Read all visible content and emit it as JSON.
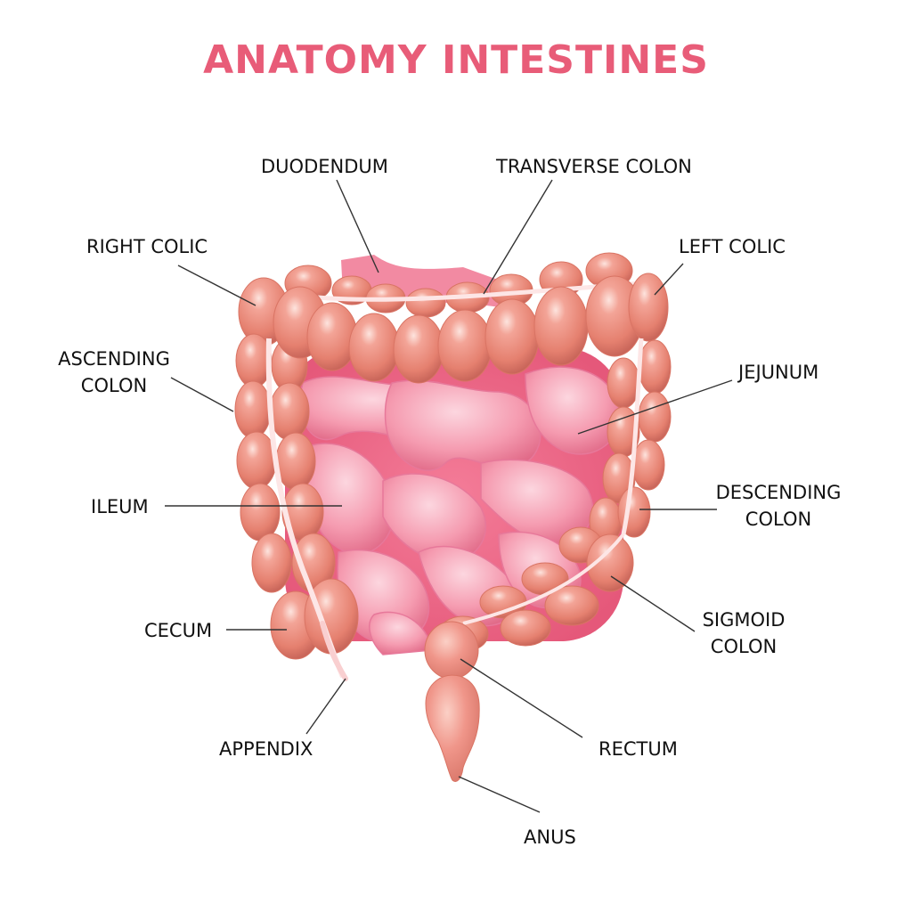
{
  "title": "ANATOMY INTESTINES",
  "colors": {
    "title": "#e85c78",
    "colon": "#e8887a",
    "colon_highlight": "#fbd6cf",
    "small_intestine": "#f58fa6",
    "small_intestine_highlight": "#fcd2dc",
    "taenia": "#fde6e6",
    "label_text": "#111111",
    "leader_line": "#333333"
  },
  "labels": {
    "duodendum": "DUODENDUM",
    "transverse_colon": "TRANSVERSE COLON",
    "right_colic": "RIGHT COLIC",
    "left_colic": "LEFT COLIC",
    "ascending_colon_1": "ASCENDING",
    "ascending_colon_2": "COLON",
    "jejunum": "JEJUNUM",
    "ileum": "ILEUM",
    "descending_colon_1": "DESCENDING",
    "descending_colon_2": "COLON",
    "cecum": "CECUM",
    "sigmoid_colon_1": "SIGMOID",
    "sigmoid_colon_2": "COLON",
    "appendix": "APPENDIX",
    "rectum": "RECTUM",
    "anus": "ANUS"
  }
}
